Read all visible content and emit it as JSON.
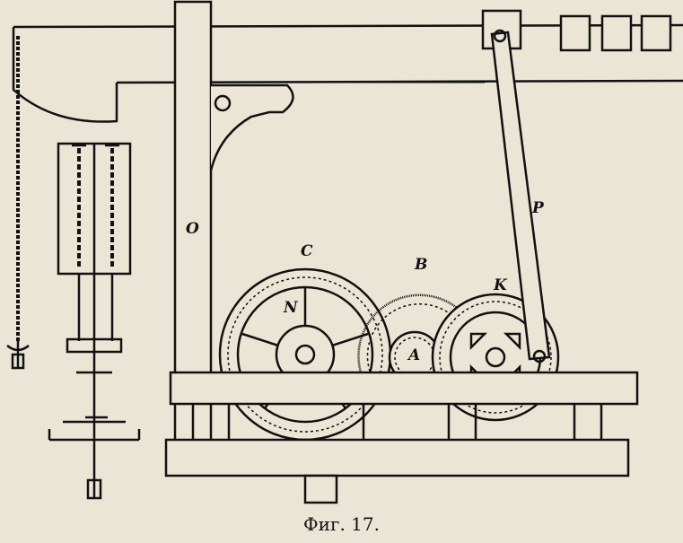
{
  "figure": {
    "caption": "Фиг. 17.",
    "labels": {
      "O": "O",
      "C": "C",
      "N": "N",
      "B": "B",
      "A": "A",
      "K": "K",
      "P": "P"
    },
    "colors": {
      "ink": "#111111",
      "paper": "#ebe5d6"
    }
  }
}
